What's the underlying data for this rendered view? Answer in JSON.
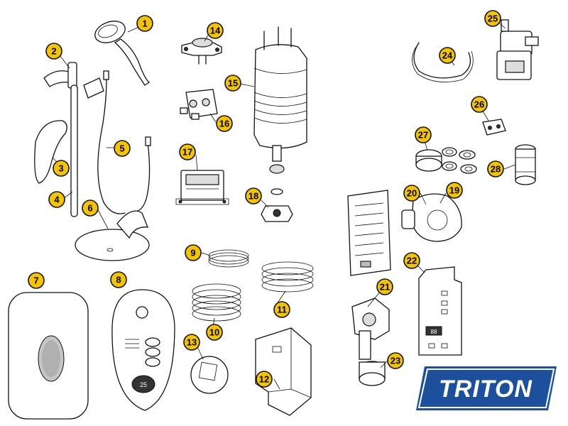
{
  "brand": {
    "logo_text": "TRITON",
    "color_blue": "#1c4f9c",
    "color_white": "#ffffff"
  },
  "badge_color": "#f5c400",
  "part_numbers": [
    "1",
    "2",
    "3",
    "4",
    "5",
    "6",
    "7",
    "8",
    "9",
    "10",
    "11",
    "12",
    "13",
    "14",
    "15",
    "16",
    "17",
    "18",
    "19",
    "20",
    "21",
    "22",
    "23",
    "24",
    "25",
    "26",
    "27",
    "28"
  ],
  "display_readouts": {
    "control_unit": "25",
    "pcb": "88"
  }
}
